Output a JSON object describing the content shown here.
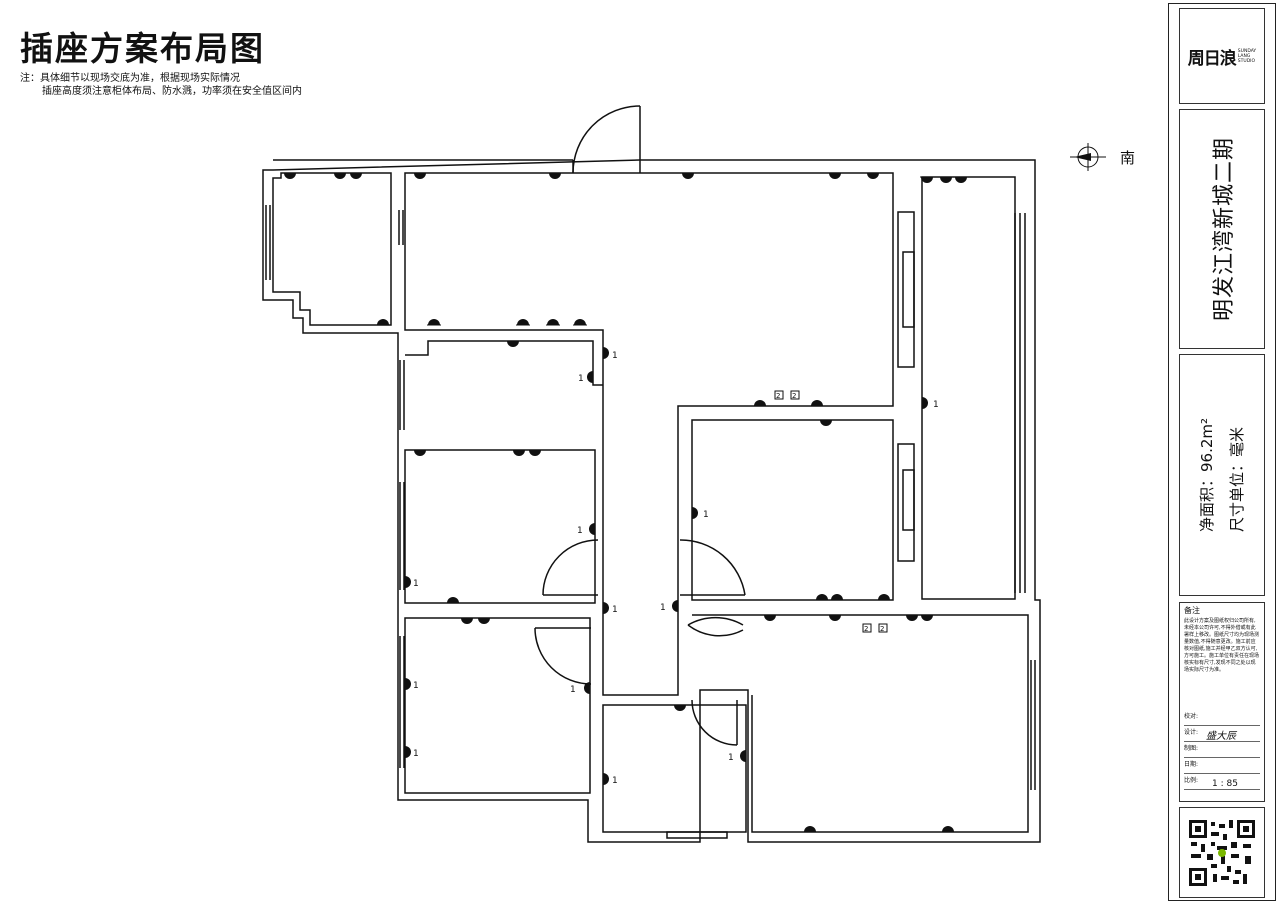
{
  "header": {
    "title": "插座方案布局图",
    "note_line1": "注：具体细节以现场交底为准，根据现场实际情况",
    "note_line2": "插座高度须注意柜体布局、防水溅，功率须在安全值区间内"
  },
  "compass": {
    "direction_label": "南",
    "icon": "compass-icon"
  },
  "plan": {
    "outlet_label": "1",
    "special_label": "2"
  },
  "title_block": {
    "logo_main": "周日浪",
    "logo_sub_1": "SUNDAY",
    "logo_sub_2": "LANG",
    "logo_sub_3": "STUDIO",
    "project_name": "明发江湾新城二期",
    "net_area": "净面积：96.2m²",
    "unit": "尺寸单位：毫米",
    "remarks_title": "备注",
    "remarks_text": "此设计方案及图纸权归公司所有,未经本公司许可,不得外借或有此署样上移改。图纸尺寸均为现场测量数值,不得随意更改。施工前应核对图纸,施工并经甲乙双方认可,方可施工。施工单位有责任在现场核实标有尺寸,发现不同之处以现场实际尺寸为准。",
    "check_label": "校对:",
    "design_label": "设计:",
    "designer": "盛大辰",
    "draw_label": "制图:",
    "date_label": "日期:",
    "scale_label": "比例:",
    "scale_value": "1 : 85"
  }
}
